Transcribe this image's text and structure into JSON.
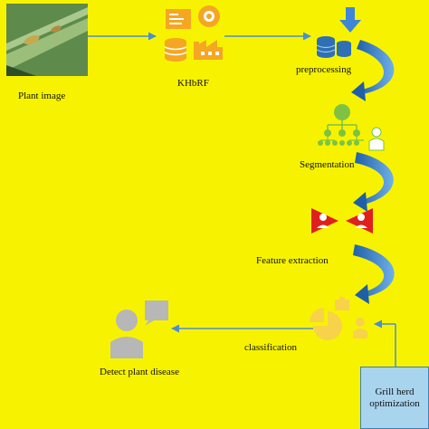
{
  "diagram": {
    "stages": {
      "plant_image": "Plant image",
      "khbrf": "KHbRF",
      "preprocessing": "preprocessing",
      "segmentation": "Segmentation",
      "feature_extraction": "Feature extraction",
      "classification": "classification",
      "detect": "Detect plant disease"
    },
    "optimizer": {
      "line1": "Grill herd",
      "line2": "optimization"
    }
  },
  "colors": {
    "background": "#f7f300",
    "arrow_blue": "#4a8fd0",
    "icon_orange": "#f5a623",
    "icon_green": "#7dc243",
    "icon_red": "#e0201d",
    "icon_gray": "#b7b7b7",
    "optim_box_fill": "#a8d4ee"
  },
  "icons": [
    "leaf-image",
    "document-icon",
    "disc-icon",
    "database-icon",
    "factory-icon",
    "hierarchy-icon",
    "person-icon",
    "bowtie-icon",
    "pie-chart-icon",
    "briefcase-icon",
    "speech-bubble-icon"
  ]
}
